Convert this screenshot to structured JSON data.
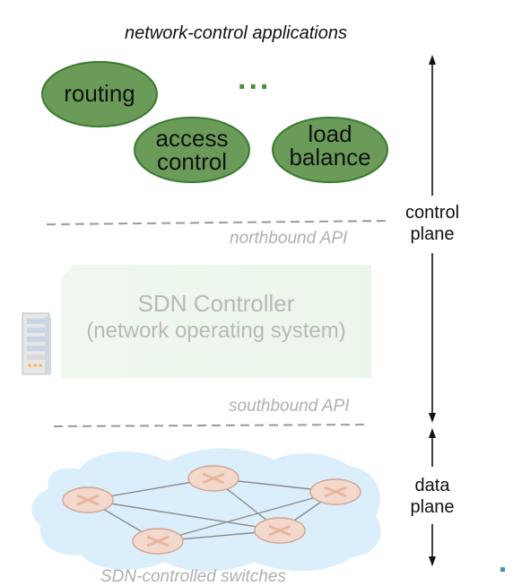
{
  "header": {
    "title": "network-control applications"
  },
  "applications": [
    {
      "label": "routing"
    },
    {
      "label_lines": [
        "access",
        "control"
      ]
    },
    {
      "label_lines": [
        "load",
        "balance"
      ]
    }
  ],
  "ellipsis": "...",
  "apis": {
    "northbound": "northbound API",
    "southbound": "southbound API"
  },
  "controller": {
    "title": "SDN Controller",
    "subtitle": "(network operating system)"
  },
  "planes": {
    "control": [
      "control",
      "plane"
    ],
    "data": [
      "data",
      "plane"
    ]
  },
  "switches": {
    "label": "SDN-controlled switches"
  },
  "colors": {
    "app_fill": "#6b9b59",
    "app_stroke": "#3b7a31",
    "dash": "#9a9a9a",
    "cloud": "#dbeefb",
    "switch_fill": "#f3d9cb",
    "switch_stroke": "#d4a28f",
    "link": "#8c8c8c"
  },
  "icons": {
    "server": "server-icon",
    "switch": "router-switch-icon"
  }
}
